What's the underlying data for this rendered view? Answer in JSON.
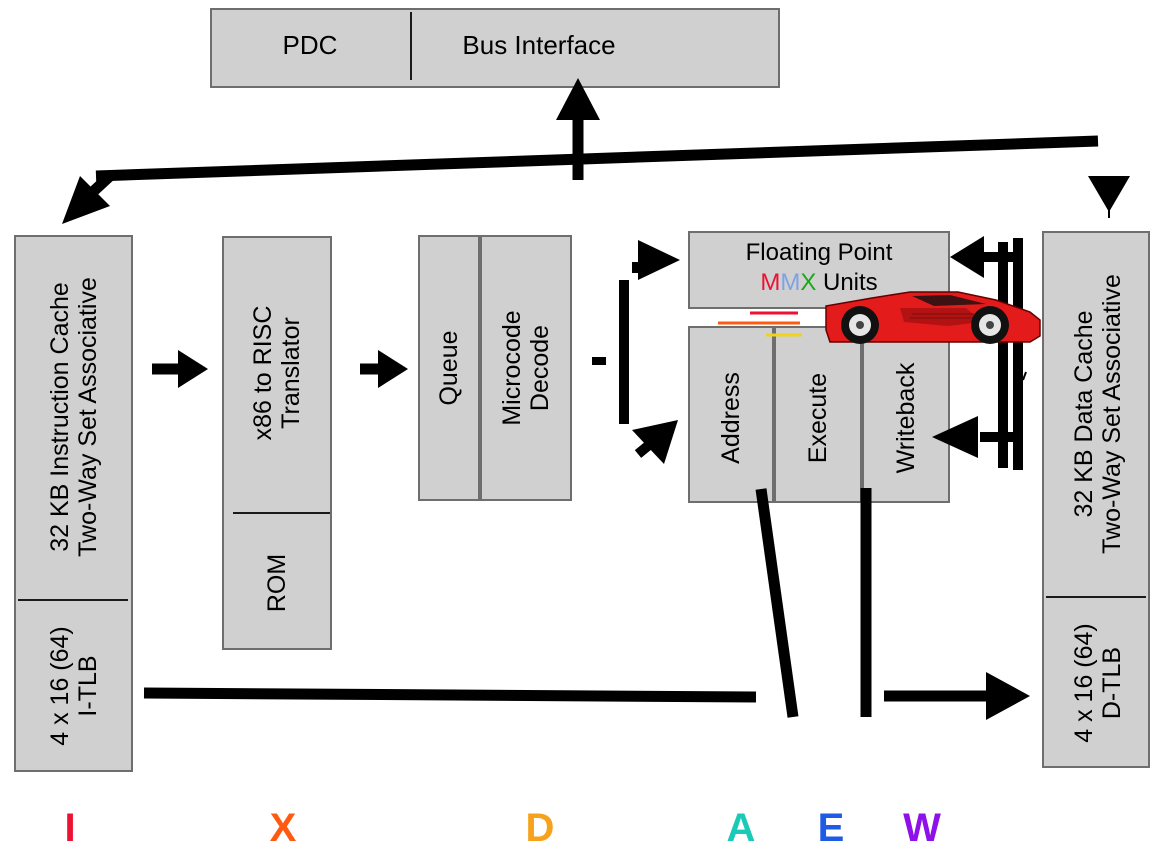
{
  "bus": {
    "pdc": "PDC",
    "bus_interface": "Bus Interface"
  },
  "icache": {
    "line1": "32 KB Instruction Cache",
    "line2": "Two-Way Set Associative",
    "tlb1": "4 x 16 (64)",
    "tlb2": "I-TLB"
  },
  "translator": {
    "line1": "x86 to RISC",
    "line2": "Translator",
    "rom": "ROM"
  },
  "queue": "Queue",
  "decode": {
    "line1": "Microcode",
    "line2": "Decode"
  },
  "fpu": {
    "line1": "Floating Point",
    "m1": "M",
    "m2": "M",
    "x": "X",
    "units": " Units"
  },
  "exec": {
    "address": "Address",
    "execute": "Execute",
    "writeback": "Writeback"
  },
  "dcache": {
    "line1": "32 KB Data Cache",
    "line2": "Two-Way Set Associative",
    "tlb1": "4 x 16 (64)",
    "tlb2": "D-TLB"
  },
  "stages": [
    {
      "letter": "I",
      "color": "#ee1133"
    },
    {
      "letter": "X",
      "color": "#ff5a12"
    },
    {
      "letter": "D",
      "color": "#f7a21b"
    },
    {
      "letter": "A",
      "color": "#19cbb6"
    },
    {
      "letter": "E",
      "color": "#1f5ce6"
    },
    {
      "letter": "W",
      "color": "#8d11e8"
    }
  ],
  "colors": {
    "box_fill": "#d0d0d0",
    "m1": "#ee1133",
    "m2": "#7ea2e6",
    "x": "#1aa81a",
    "car": "#e41b1b"
  }
}
